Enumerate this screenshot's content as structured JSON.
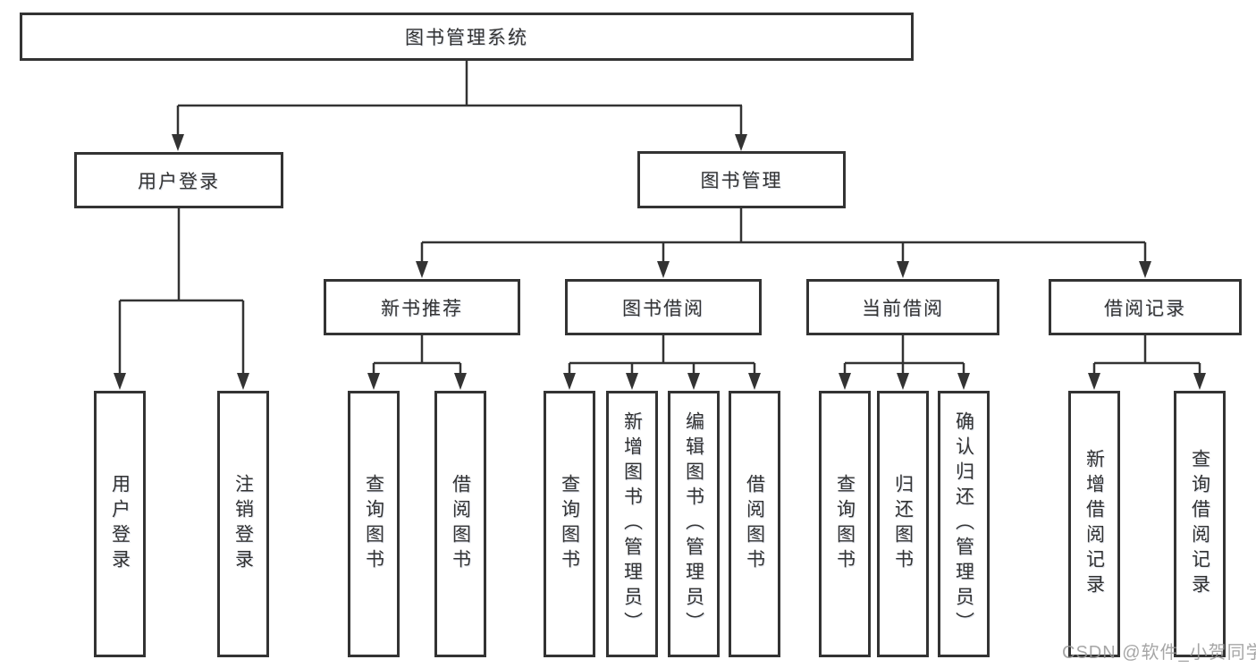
{
  "root": {
    "label": "图书管理系统"
  },
  "level2": {
    "user_login": {
      "label": "用户登录"
    },
    "book_mgmt": {
      "label": "图书管理"
    }
  },
  "level3": {
    "new_book": {
      "label": "新书推荐"
    },
    "book_borrow": {
      "label": "图书借阅"
    },
    "current_borrow": {
      "label": "当前借阅"
    },
    "borrow_record": {
      "label": "借阅记录"
    }
  },
  "leaves": {
    "user_login": [
      "用户登录",
      "注销登录"
    ],
    "new_book": [
      "查询图书",
      "借阅图书"
    ],
    "book_borrow": [
      "查询图书",
      "新增图书（管理员）",
      "编辑图书（管理员）",
      "借阅图书"
    ],
    "current_borrow": [
      "查询图书",
      "归还图书",
      "确认归还（管理员）"
    ],
    "borrow_record": [
      "新增借阅记录",
      "查询借阅记录"
    ]
  },
  "watermark": "CSDN @软件_小贺同学",
  "colors": {
    "line": "#333333",
    "text": "#333333",
    "box_background": "#ffffff",
    "watermark": "#999999",
    "background": "#ffffff"
  }
}
